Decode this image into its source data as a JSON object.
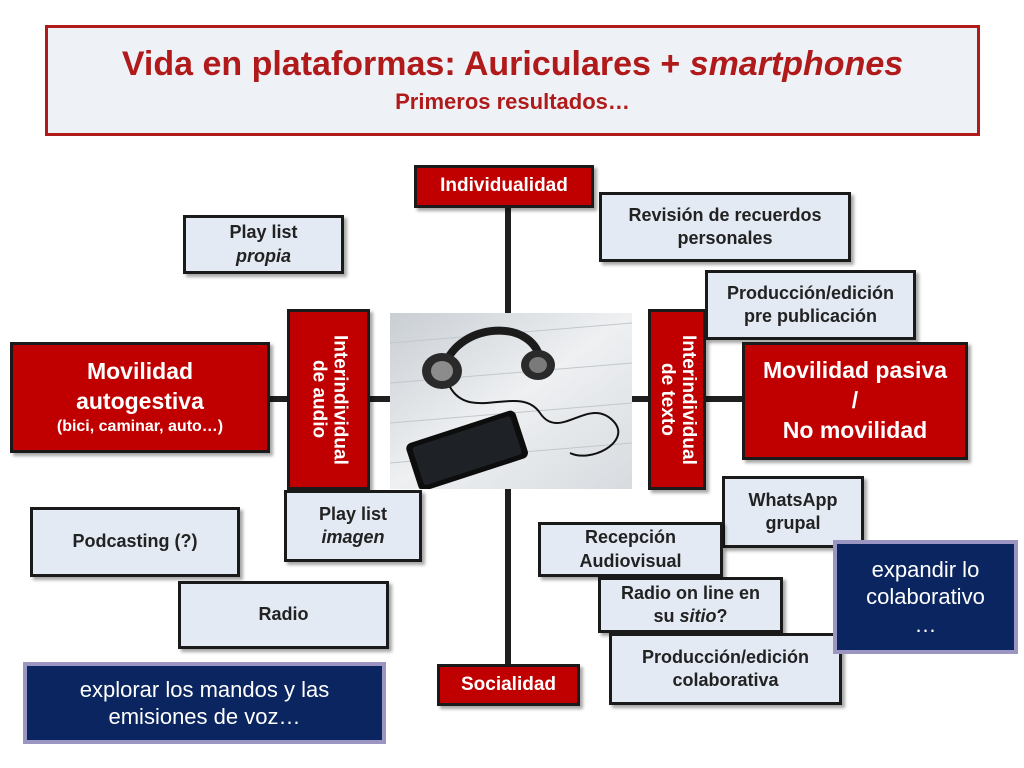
{
  "title": {
    "main": "Vida en plataformas: Auriculares + ",
    "main_italic": "smartphones",
    "subtitle": "Primeros resultados…"
  },
  "axis": {
    "top": "Individualidad",
    "bottom": "Socialidad",
    "left_vertical": [
      "Interindividual",
      "de audio"
    ],
    "right_vertical": [
      "Interindividual",
      "de texto"
    ]
  },
  "left": {
    "mobility_title": [
      "Movilidad",
      "autogestiva"
    ],
    "mobility_sub": "(bici, caminar, auto…)",
    "playlist_propia": [
      "Play list",
      "propia"
    ],
    "playlist_imagen": [
      "Play list",
      "imagen"
    ],
    "podcasting": "Podcasting (?)",
    "radio": "Radio",
    "explore": [
      "explorar los mandos y las",
      "emisiones de voz…"
    ]
  },
  "right": {
    "mobility": [
      "Movilidad pasiva",
      "/",
      "No movilidad"
    ],
    "revision": [
      "Revisión de recuerdos",
      "personales"
    ],
    "produccion_pre": [
      "Producción/edición",
      "pre publicación"
    ],
    "whatsapp": [
      "WhatsApp",
      "grupal"
    ],
    "recepcion": [
      "Recepción",
      "Audiovisual"
    ],
    "radio_online": [
      "Radio on line en",
      "su ",
      "sitio",
      "?"
    ],
    "produccion_col": [
      "Producción/edición",
      "colaborativa"
    ],
    "expandir": [
      "expandir lo",
      "colaborativo",
      "…"
    ]
  },
  "colors": {
    "accent_red": "#c00000",
    "title_red": "#b01a1a",
    "navy": "#0a2560",
    "light_box": "#e3eaf3"
  },
  "image": "headphones-and-smartphone-photo"
}
